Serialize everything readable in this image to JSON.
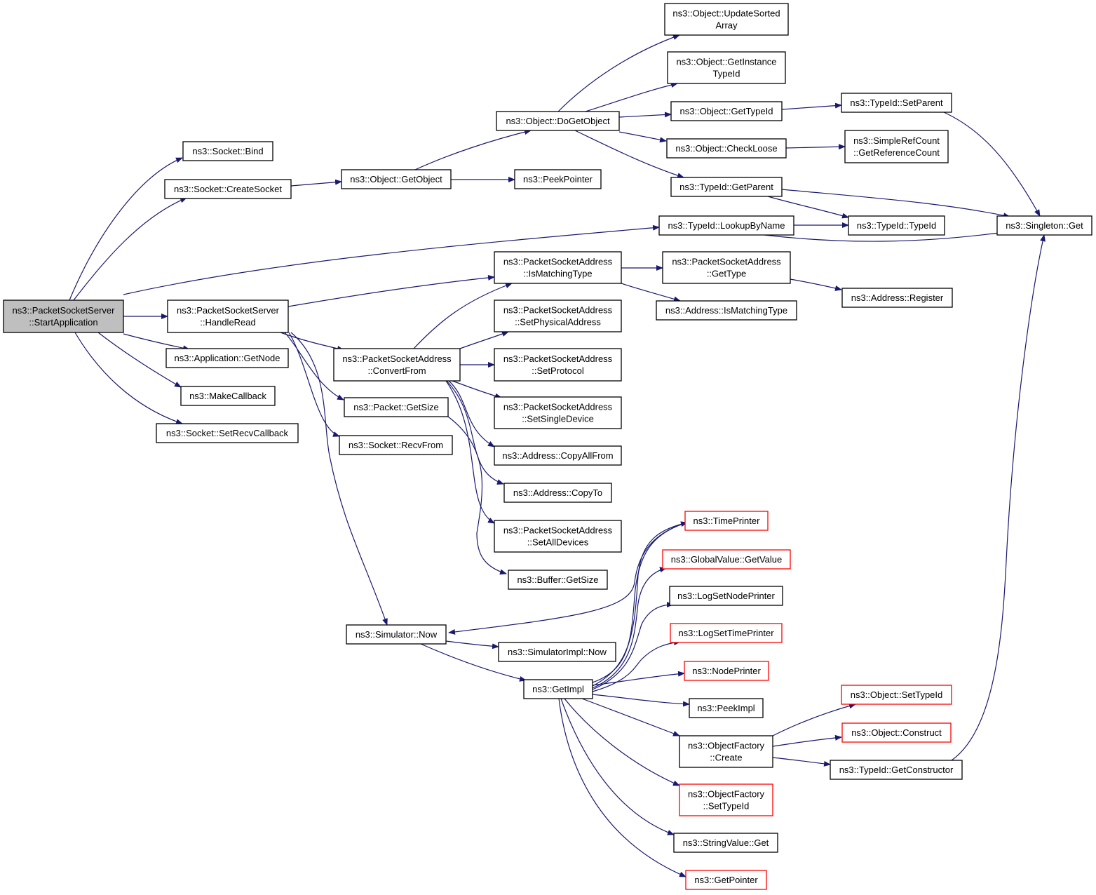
{
  "colors": {
    "edge": "#191970",
    "root_fill": "#bfbfbf",
    "node_fill": "#ffffff",
    "node_border": "#000000",
    "truncated_border": "#ff0000"
  },
  "nodes": {
    "start": {
      "lines": [
        "ns3::PacketSocketServer",
        "::StartApplication"
      ],
      "style": "root"
    },
    "bind": {
      "lines": [
        "ns3::Socket::Bind"
      ],
      "style": "normal"
    },
    "createSocket": {
      "lines": [
        "ns3::Socket::CreateSocket"
      ],
      "style": "normal"
    },
    "getObject": {
      "lines": [
        "ns3::Object::GetObject"
      ],
      "style": "normal"
    },
    "peekPointer": {
      "lines": [
        "ns3::PeekPointer"
      ],
      "style": "normal"
    },
    "doGetObject": {
      "lines": [
        "ns3::Object::DoGetObject"
      ],
      "style": "normal"
    },
    "updateSorted": {
      "lines": [
        "ns3::Object::UpdateSorted",
        "Array"
      ],
      "style": "normal"
    },
    "getInstanceTypeId": {
      "lines": [
        "ns3::Object::GetInstance",
        "TypeId"
      ],
      "style": "normal"
    },
    "getTypeId": {
      "lines": [
        "ns3::Object::GetTypeId"
      ],
      "style": "normal"
    },
    "setParent": {
      "lines": [
        "ns3::TypeId::SetParent"
      ],
      "style": "normal"
    },
    "checkLoose": {
      "lines": [
        "ns3::Object::CheckLoose"
      ],
      "style": "normal"
    },
    "simpleRefCount": {
      "lines": [
        "ns3::SimpleRefCount",
        "::GetReferenceCount"
      ],
      "style": "normal"
    },
    "typeIdGetParent": {
      "lines": [
        "ns3::TypeId::GetParent"
      ],
      "style": "normal"
    },
    "typeIdTypeId": {
      "lines": [
        "ns3::TypeId::TypeId"
      ],
      "style": "normal"
    },
    "singletonGet": {
      "lines": [
        "ns3::Singleton::Get"
      ],
      "style": "normal"
    },
    "lookupByName": {
      "lines": [
        "ns3::TypeId::LookupByName"
      ],
      "style": "normal"
    },
    "handleRead": {
      "lines": [
        "ns3::PacketSocketServer",
        "::HandleRead"
      ],
      "style": "normal"
    },
    "isMatchingType": {
      "lines": [
        "ns3::PacketSocketAddress",
        "::IsMatchingType"
      ],
      "style": "normal"
    },
    "psaGetType": {
      "lines": [
        "ns3::PacketSocketAddress",
        "::GetType"
      ],
      "style": "normal"
    },
    "addrIsMatchingType": {
      "lines": [
        "ns3::Address::IsMatchingType"
      ],
      "style": "normal"
    },
    "addrRegister": {
      "lines": [
        "ns3::Address::Register"
      ],
      "style": "normal"
    },
    "setPhysicalAddress": {
      "lines": [
        "ns3::PacketSocketAddress",
        "::SetPhysicalAddress"
      ],
      "style": "normal"
    },
    "convertFrom": {
      "lines": [
        "ns3::PacketSocketAddress",
        "::ConvertFrom"
      ],
      "style": "normal"
    },
    "setProtocol": {
      "lines": [
        "ns3::PacketSocketAddress",
        "::SetProtocol"
      ],
      "style": "normal"
    },
    "getNode": {
      "lines": [
        "ns3::Application::GetNode"
      ],
      "style": "normal"
    },
    "makeCallback": {
      "lines": [
        "ns3::MakeCallback"
      ],
      "style": "normal"
    },
    "setSingleDevice": {
      "lines": [
        "ns3::PacketSocketAddress",
        "::SetSingleDevice"
      ],
      "style": "normal"
    },
    "packetGetSize": {
      "lines": [
        "ns3::Packet::GetSize"
      ],
      "style": "normal"
    },
    "setRecvCallback": {
      "lines": [
        "ns3::Socket::SetRecvCallback"
      ],
      "style": "normal"
    },
    "recvFrom": {
      "lines": [
        "ns3::Socket::RecvFrom"
      ],
      "style": "normal"
    },
    "copyAllFrom": {
      "lines": [
        "ns3::Address::CopyAllFrom"
      ],
      "style": "normal"
    },
    "copyTo": {
      "lines": [
        "ns3::Address::CopyTo"
      ],
      "style": "normal"
    },
    "setAllDevices": {
      "lines": [
        "ns3::PacketSocketAddress",
        "::SetAllDevices"
      ],
      "style": "normal"
    },
    "timePrinter": {
      "lines": [
        "ns3::TimePrinter"
      ],
      "style": "truncated"
    },
    "globalValueGetValue": {
      "lines": [
        "ns3::GlobalValue::GetValue"
      ],
      "style": "truncated"
    },
    "bufferGetSize": {
      "lines": [
        "ns3::Buffer::GetSize"
      ],
      "style": "normal"
    },
    "logSetNodePrinter": {
      "lines": [
        "ns3::LogSetNodePrinter"
      ],
      "style": "normal"
    },
    "simulatorNow": {
      "lines": [
        "ns3::Simulator::Now"
      ],
      "style": "normal"
    },
    "logSetTimePrinter": {
      "lines": [
        "ns3::LogSetTimePrinter"
      ],
      "style": "truncated"
    },
    "simulatorImplNow": {
      "lines": [
        "ns3::SimulatorImpl::Now"
      ],
      "style": "normal"
    },
    "nodePrinter": {
      "lines": [
        "ns3::NodePrinter"
      ],
      "style": "truncated"
    },
    "getImpl": {
      "lines": [
        "ns3::GetImpl"
      ],
      "style": "normal"
    },
    "peekImpl": {
      "lines": [
        "ns3::PeekImpl"
      ],
      "style": "normal"
    },
    "objSetTypeId": {
      "lines": [
        "ns3::Object::SetTypeId"
      ],
      "style": "truncated"
    },
    "objConstruct": {
      "lines": [
        "ns3::Object::Construct"
      ],
      "style": "truncated"
    },
    "ofCreate": {
      "lines": [
        "ns3::ObjectFactory",
        "::Create"
      ],
      "style": "normal"
    },
    "getConstructor": {
      "lines": [
        "ns3::TypeId::GetConstructor"
      ],
      "style": "normal"
    },
    "ofSetTypeId": {
      "lines": [
        "ns3::ObjectFactory",
        "::SetTypeId"
      ],
      "style": "truncated"
    },
    "stringValueGet": {
      "lines": [
        "ns3::StringValue::Get"
      ],
      "style": "normal"
    },
    "getPointer": {
      "lines": [
        "ns3::GetPointer"
      ],
      "style": "truncated"
    }
  },
  "edges": [
    [
      "start",
      "bind"
    ],
    [
      "start",
      "createSocket"
    ],
    [
      "start",
      "lookupByName"
    ],
    [
      "start",
      "handleRead"
    ],
    [
      "start",
      "getNode"
    ],
    [
      "start",
      "makeCallback"
    ],
    [
      "start",
      "setRecvCallback"
    ],
    [
      "createSocket",
      "getObject"
    ],
    [
      "getObject",
      "doGetObject"
    ],
    [
      "getObject",
      "peekPointer"
    ],
    [
      "doGetObject",
      "updateSorted"
    ],
    [
      "doGetObject",
      "getInstanceTypeId"
    ],
    [
      "doGetObject",
      "getTypeId"
    ],
    [
      "doGetObject",
      "checkLoose"
    ],
    [
      "doGetObject",
      "typeIdGetParent"
    ],
    [
      "getTypeId",
      "setParent"
    ],
    [
      "setParent",
      "singletonGet"
    ],
    [
      "checkLoose",
      "simpleRefCount"
    ],
    [
      "typeIdGetParent",
      "typeIdTypeId"
    ],
    [
      "typeIdGetParent",
      "singletonGet"
    ],
    [
      "lookupByName",
      "typeIdTypeId"
    ],
    [
      "lookupByName",
      "singletonGet"
    ],
    [
      "handleRead",
      "isMatchingType"
    ],
    [
      "handleRead",
      "convertFrom"
    ],
    [
      "handleRead",
      "packetGetSize"
    ],
    [
      "handleRead",
      "recvFrom"
    ],
    [
      "handleRead",
      "simulatorNow"
    ],
    [
      "isMatchingType",
      "psaGetType"
    ],
    [
      "isMatchingType",
      "addrIsMatchingType"
    ],
    [
      "psaGetType",
      "addrRegister"
    ],
    [
      "convertFrom",
      "isMatchingType"
    ],
    [
      "convertFrom",
      "setPhysicalAddress"
    ],
    [
      "convertFrom",
      "setProtocol"
    ],
    [
      "convertFrom",
      "setSingleDevice"
    ],
    [
      "convertFrom",
      "copyAllFrom"
    ],
    [
      "convertFrom",
      "copyTo"
    ],
    [
      "convertFrom",
      "setAllDevices"
    ],
    [
      "packetGetSize",
      "bufferGetSize"
    ],
    [
      "simulatorNow",
      "simulatorImplNow"
    ],
    [
      "simulatorNow",
      "getImpl"
    ],
    [
      "getImpl",
      "timePrinter"
    ],
    [
      "getImpl",
      "globalValueGetValue"
    ],
    [
      "getImpl",
      "logSetNodePrinter"
    ],
    [
      "getImpl",
      "logSetTimePrinter"
    ],
    [
      "getImpl",
      "nodePrinter"
    ],
    [
      "getImpl",
      "peekImpl"
    ],
    [
      "getImpl",
      "ofCreate"
    ],
    [
      "getImpl",
      "ofSetTypeId"
    ],
    [
      "getImpl",
      "stringValueGet"
    ],
    [
      "getImpl",
      "getPointer"
    ],
    [
      "getImpl",
      "simulatorNow"
    ],
    [
      "ofCreate",
      "objSetTypeId"
    ],
    [
      "ofCreate",
      "objConstruct"
    ],
    [
      "ofCreate",
      "getConstructor"
    ],
    [
      "getConstructor",
      "singletonGet"
    ]
  ]
}
